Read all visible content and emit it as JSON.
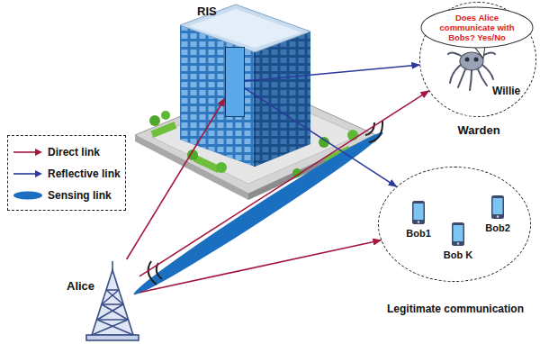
{
  "diagram": {
    "nodes": [
      {
        "text": [
          "RIS"
        ]
      },
      {
        "text": [
          "Warden"
        ]
      },
      {
        "text": [
          "Does Alice communicate with Bobs? Yes/No"
        ],
        "in": 1
      },
      {
        "text": [
          "Willie"
        ],
        "in": 1
      },
      {
        "text": [
          "Alice"
        ]
      },
      {
        "text": [
          "Legitimate communication"
        ]
      },
      {
        "text": [
          "Bob1"
        ],
        "in": 5
      },
      {
        "text": [
          "Bob2"
        ],
        "in": 5
      },
      {
        "text": [
          "Bob K"
        ],
        "in": 5
      }
    ],
    "edges": [
      {
        "from": 4,
        "to": 0,
        "arrow": "to"
      },
      {
        "from": 4,
        "to": 1,
        "arrow": "to"
      },
      {
        "from": 4,
        "to": 5,
        "arrow": "to"
      },
      {
        "from": 0,
        "to": 1,
        "arrow": "to"
      },
      {
        "from": 0,
        "to": 5,
        "arrow": "to"
      }
    ],
    "legend": [
      {
        "text": "Direct link"
      },
      {
        "text": "Reflective link"
      },
      {
        "text": "Sensing link"
      }
    ]
  }
}
